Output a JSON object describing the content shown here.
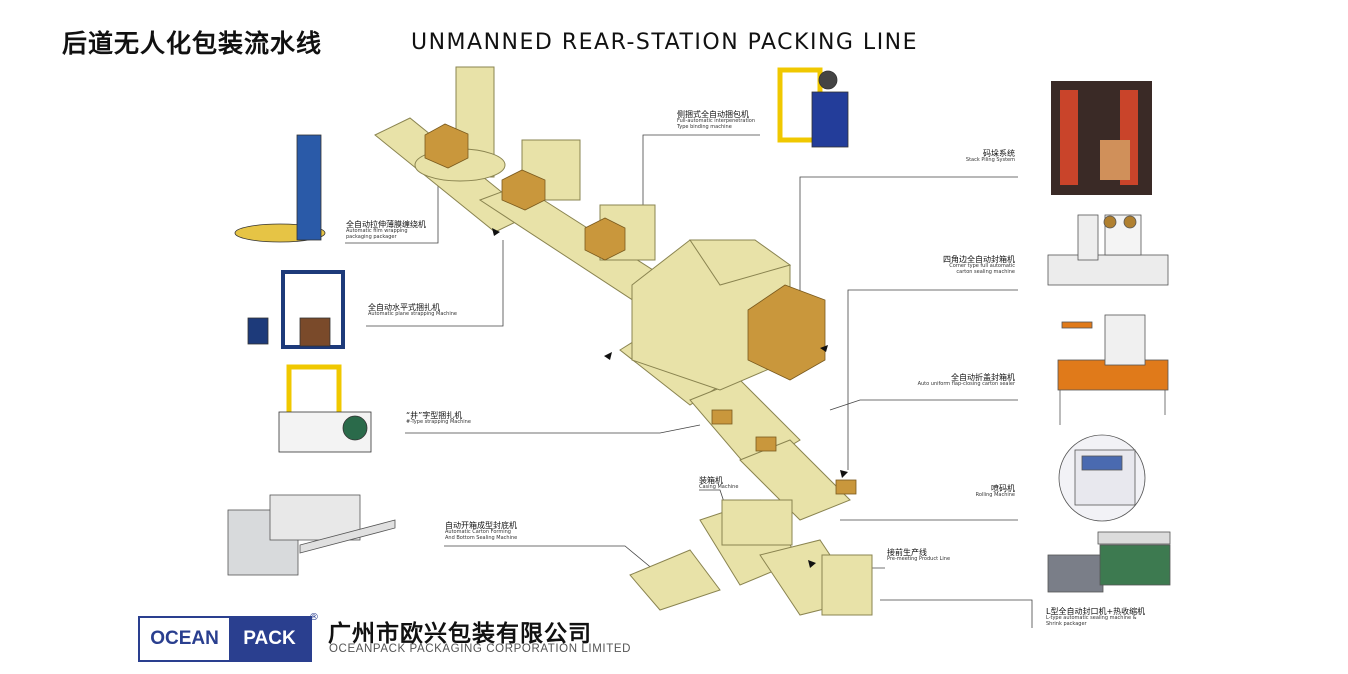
{
  "title_cn": "后道无人化包装流水线",
  "title_en": "UNMANNED REAR-STATION PACKING LINE",
  "labels": {
    "film_wrap": {
      "cn": "全自动拉伸薄膜缠绕机",
      "en1": "Automatic film wrapping",
      "en2": "packaging packager"
    },
    "plane_strap": {
      "cn": "全自动水平式捆扎机",
      "en1": "Automatic plane strapping Machine"
    },
    "hash_strap": {
      "cn": "“井”字型捆扎机",
      "en1": "#-Type strapping Machine"
    },
    "carton_form": {
      "cn": "自动开箱成型封底机",
      "en1": "Automatic Carton Forming",
      "en2": "And Bottom Sealing Machine"
    },
    "side_strap": {
      "cn": "侧捆式全自动捆包机",
      "en1": "Full-automatic interpenetration",
      "en2": "Type binding machine"
    },
    "stack": {
      "cn": "码垛系统",
      "en1": "Stack Piling System"
    },
    "corner_seal": {
      "cn": "四角边全自动封箱机",
      "en1": "Corner type full automatic",
      "en2": "carton sealing machine"
    },
    "flap_seal": {
      "cn": "全自动折盖封箱机",
      "en1": "Auto uniform flap-closing carton sealer"
    },
    "inkjet": {
      "cn": "喷码机",
      "en1": "Rolling Machine"
    },
    "casing": {
      "cn": "装箱机",
      "en1": "Casing Machine"
    },
    "pre_line": {
      "cn": "接前生产线",
      "en1": "Pre-meeting Product Line"
    },
    "l_seal": {
      "cn": "L型全自动封口机+热收缩机",
      "en1": "L-type automatic sealing machine &",
      "en2": "Shrink packager"
    }
  },
  "logo": {
    "ocean": "OCEAN",
    "pack": "PACK",
    "reg": "®"
  },
  "company_cn": "广州市欧兴包装有限公司",
  "company_en": "OCEANPACK PACKAGING CORPORATION LIMITED",
  "colors": {
    "machine": "#e8e2a8",
    "machine_stroke": "#8a8450",
    "carton": "#c9973c",
    "brand_blue": "#2a3f8f"
  }
}
